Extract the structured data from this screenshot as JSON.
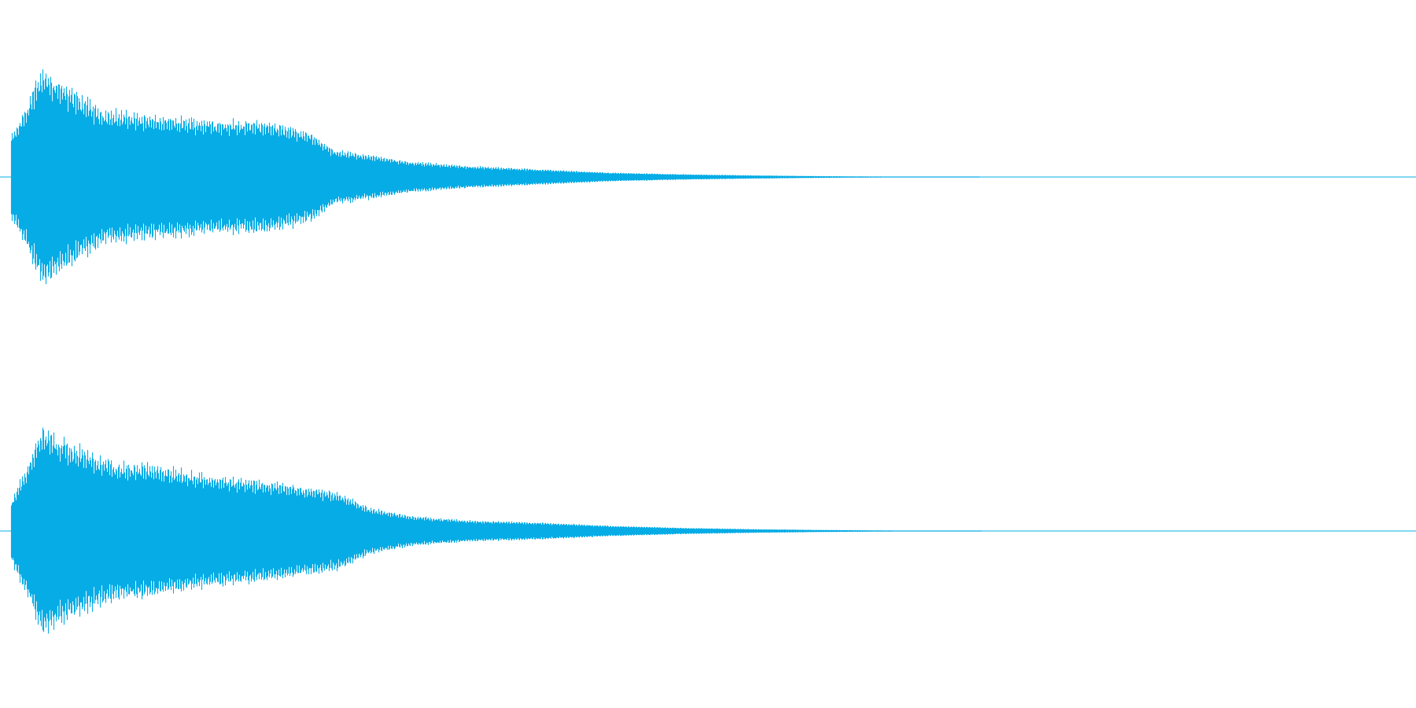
{
  "waveform": {
    "color": "#06ace5",
    "background": "#ffffff",
    "channels": [
      {
        "name": "",
        "peak_level": 1.0,
        "envelope": [
          [
            0.0,
            0.0
          ],
          [
            0.005,
            0.3
          ],
          [
            0.015,
            0.55
          ],
          [
            0.025,
            0.85
          ],
          [
            0.03,
            1.0
          ],
          [
            0.045,
            0.85
          ],
          [
            0.07,
            0.62
          ],
          [
            0.11,
            0.55
          ],
          [
            0.15,
            0.52
          ],
          [
            0.19,
            0.5
          ],
          [
            0.22,
            0.4
          ],
          [
            0.235,
            0.25
          ],
          [
            0.26,
            0.2
          ],
          [
            0.29,
            0.14
          ],
          [
            0.33,
            0.1
          ],
          [
            0.38,
            0.07
          ],
          [
            0.43,
            0.04
          ],
          [
            0.48,
            0.025
          ],
          [
            0.53,
            0.015
          ],
          [
            0.58,
            0.008
          ],
          [
            0.63,
            0.004
          ],
          [
            0.7,
            0.0
          ],
          [
            1.0,
            0.0
          ]
        ]
      },
      {
        "name": "",
        "peak_level": 1.0,
        "envelope": [
          [
            0.0,
            0.0
          ],
          [
            0.01,
            0.35
          ],
          [
            0.02,
            0.65
          ],
          [
            0.03,
            1.0
          ],
          [
            0.05,
            0.82
          ],
          [
            0.08,
            0.65
          ],
          [
            0.11,
            0.62
          ],
          [
            0.15,
            0.52
          ],
          [
            0.2,
            0.45
          ],
          [
            0.24,
            0.36
          ],
          [
            0.26,
            0.22
          ],
          [
            0.29,
            0.14
          ],
          [
            0.33,
            0.1
          ],
          [
            0.38,
            0.08
          ],
          [
            0.43,
            0.05
          ],
          [
            0.48,
            0.03
          ],
          [
            0.53,
            0.018
          ],
          [
            0.58,
            0.01
          ],
          [
            0.63,
            0.005
          ],
          [
            0.7,
            0.0
          ],
          [
            1.0,
            0.0
          ]
        ]
      }
    ]
  }
}
